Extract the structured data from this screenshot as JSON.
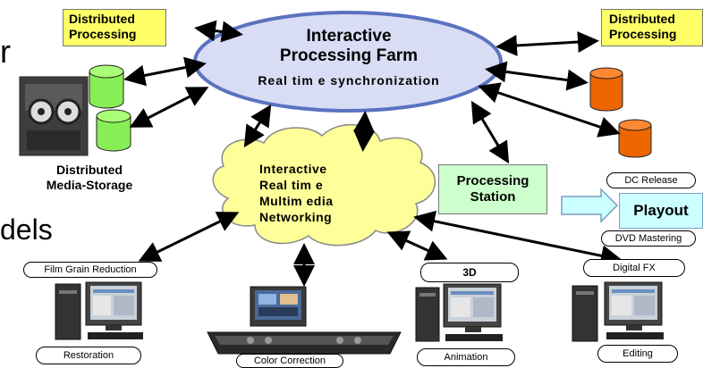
{
  "nodes": {
    "dist_proc_left": "Distributed\nProcessing",
    "dist_proc_right": "Distributed\nProcessing",
    "farm_title": "Interactive\nProcessing Farm",
    "farm_sub": "Real tim e synchronization",
    "storage_label": "Distributed\nMedia-Storage",
    "network_label": "Interactive\nReal tim e\nMultim edia\nNetworking",
    "processing_station": "Processing\nStation",
    "dc_release": "DC Release",
    "playout": "Playout",
    "dvd_mastering": "DVD Mastering",
    "film_grain": "Film Grain Reduction",
    "restoration": "Restoration",
    "color_correction": "Color Correction",
    "three_d": "3D",
    "animation": "Animation",
    "digital_fx": "Digital FX",
    "editing": "Editing"
  },
  "background_fragments": {
    "fragment_r": "r",
    "fragment_dels": "dels"
  },
  "colors": {
    "ellipse_fill": "#d8dcf4",
    "ellipse_stroke": "#5a72c0",
    "cloud_fill": "#ffff99",
    "yellow_box": "#ffff66",
    "green_box": "#ccffcc",
    "cyan_box": "#ccffff",
    "green_cyl": "#88ee55",
    "orange_cyl": "#ee6600"
  }
}
